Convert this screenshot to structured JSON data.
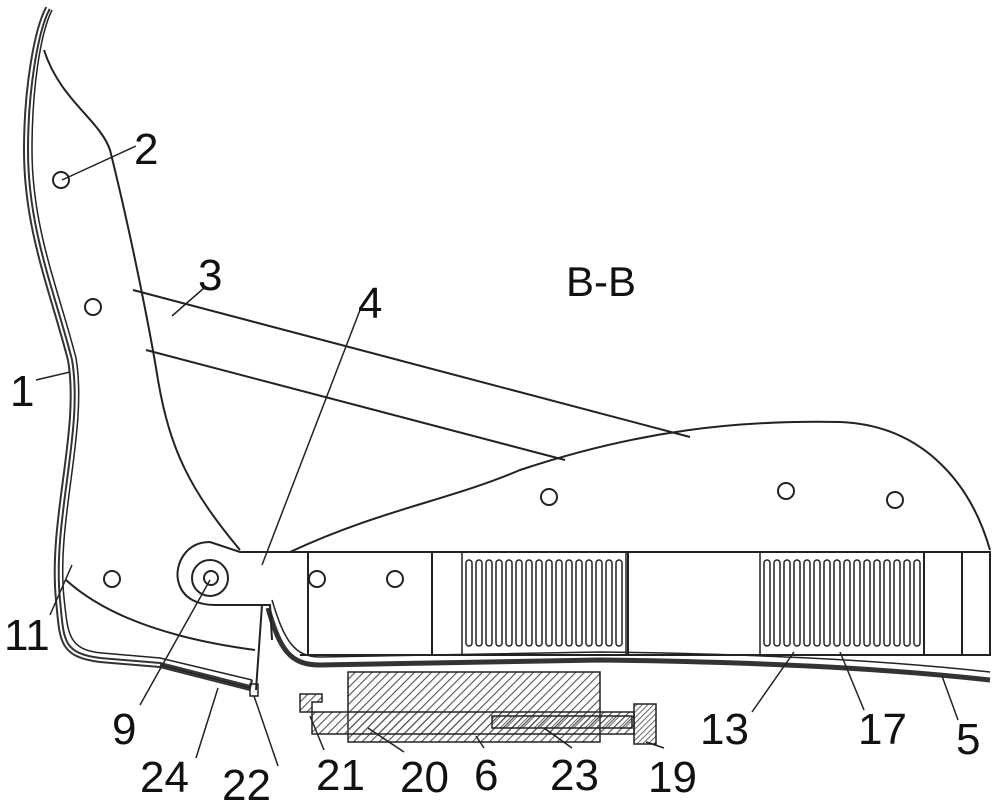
{
  "title": "B-B",
  "labels": [
    {
      "id": "1",
      "text": "1"
    },
    {
      "id": "2",
      "text": "2"
    },
    {
      "id": "3",
      "text": "3"
    },
    {
      "id": "4",
      "text": "4"
    },
    {
      "id": "5",
      "text": "5"
    },
    {
      "id": "6",
      "text": "6"
    },
    {
      "id": "9",
      "text": "9"
    },
    {
      "id": "11",
      "text": "11"
    },
    {
      "id": "13",
      "text": "13"
    },
    {
      "id": "17",
      "text": "17"
    },
    {
      "id": "19",
      "text": "19"
    },
    {
      "id": "20",
      "text": "20"
    },
    {
      "id": "21",
      "text": "21"
    },
    {
      "id": "22",
      "text": "22"
    },
    {
      "id": "23",
      "text": "23"
    },
    {
      "id": "24",
      "text": "24"
    }
  ],
  "colors": {
    "line": "#222222",
    "hatch": "#555555",
    "fill": "#ffffff"
  }
}
